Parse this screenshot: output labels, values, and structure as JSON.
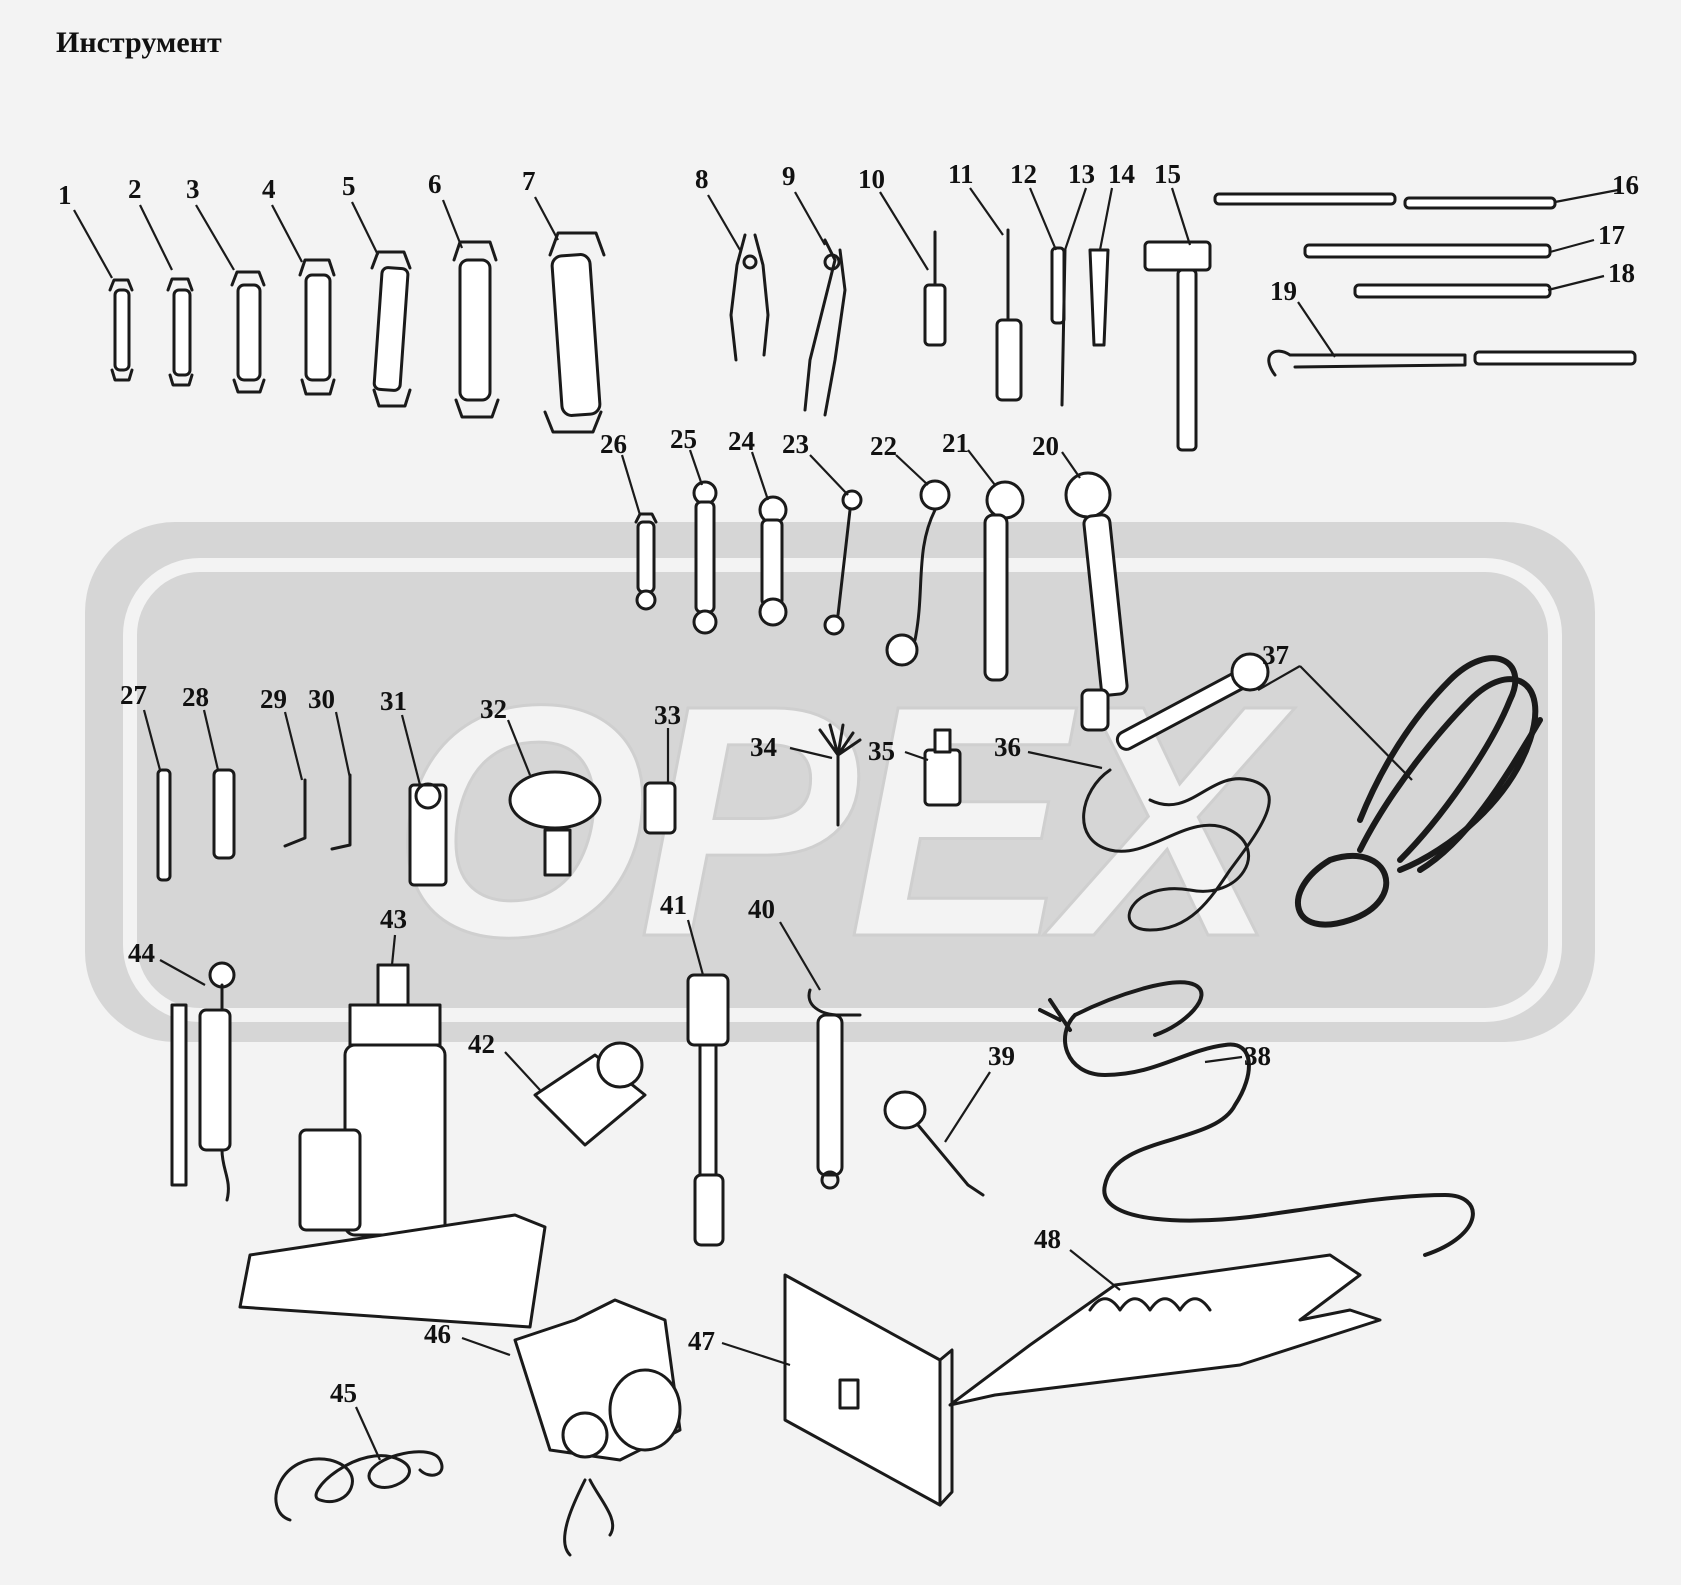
{
  "title": "Инструмент",
  "watermark": {
    "text": "OPEX",
    "color": "#d6d6d6"
  },
  "colors": {
    "background": "#f3f3f3",
    "ink": "#1a1a1a"
  },
  "callouts": [
    "1",
    "2",
    "3",
    "4",
    "5",
    "6",
    "7",
    "8",
    "9",
    "10",
    "11",
    "12",
    "13",
    "14",
    "15",
    "16",
    "17",
    "18",
    "19",
    "20",
    "21",
    "22",
    "23",
    "24",
    "25",
    "26",
    "27",
    "28",
    "29",
    "30",
    "31",
    "32",
    "33",
    "34",
    "35",
    "36",
    "37",
    "38",
    "39",
    "40",
    "41",
    "42",
    "43",
    "44",
    "45",
    "46",
    "47",
    "48"
  ]
}
